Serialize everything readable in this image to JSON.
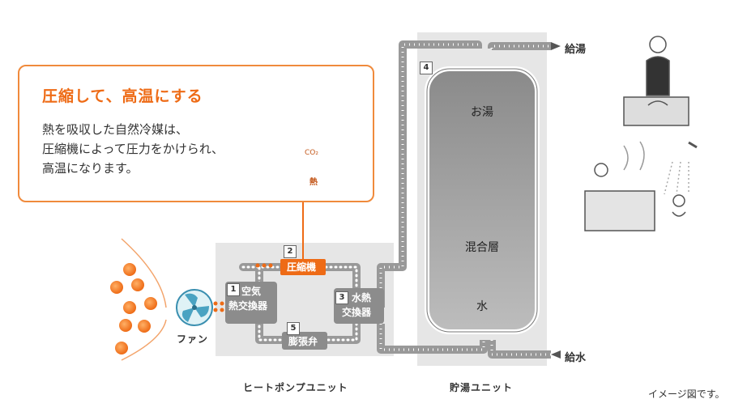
{
  "callout": {
    "title": "圧縮して、高温にする",
    "body": [
      "熱を吸収した自然冷媒は、",
      "圧縮機によって圧力をかけられ、",
      "高温になります。"
    ],
    "badge": "圧縮機",
    "device_label": "圧縮機",
    "mascot_text": "CO₂",
    "mascot_belly": "熱"
  },
  "heat_pump": {
    "unit_label": "ヒートポンプユニット",
    "fan_label": "ファン",
    "components": [
      {
        "num": "1",
        "label1": "空気",
        "label2": "熱交換器"
      },
      {
        "num": "2",
        "label1": "圧縮機"
      },
      {
        "num": "3",
        "label1": "水熱",
        "label2": "交換器"
      },
      {
        "num": "5",
        "label1": "膨張弁"
      }
    ]
  },
  "storage": {
    "unit_label": "貯湯ユニット",
    "num": "4",
    "top": "お湯",
    "middle": "混合層",
    "bottom": "水",
    "out_label": "給湯",
    "in_label": "給水"
  },
  "note": "イメージ図です。",
  "colors": {
    "accent": "#ee6b16",
    "box": "#8c8c8c",
    "panel": "#e4e4e4"
  }
}
